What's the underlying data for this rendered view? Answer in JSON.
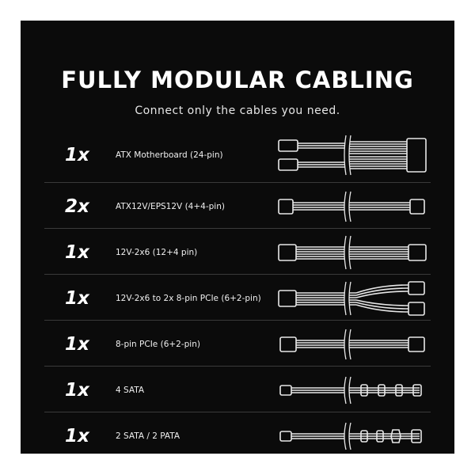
{
  "title": "FULLY MODULAR CABLING",
  "subtitle": "Connect only the cables you need.",
  "cables": [
    {
      "qty": "1x",
      "label": "ATX Motherboard (24-pin)",
      "icon": "atx-24pin-cable-icon"
    },
    {
      "qty": "2x",
      "label": "ATX12V/EPS12V (4+4-pin)",
      "icon": "eps-cable-icon"
    },
    {
      "qty": "1x",
      "label": "12V-2x6 (12+4 pin)",
      "icon": "12v-2x6-cable-icon"
    },
    {
      "qty": "1x",
      "label": "12V-2x6 to 2x 8-pin PCIe (6+2-pin)",
      "icon": "12v-2x6-splitter-cable-icon"
    },
    {
      "qty": "1x",
      "label": "8-pin PCIe (6+2-pin)",
      "icon": "pcie-8pin-cable-icon"
    },
    {
      "qty": "1x",
      "label": "4 SATA",
      "icon": "sata-cable-icon"
    },
    {
      "qty": "1x",
      "label": "2 SATA / 2 PATA",
      "icon": "sata-pata-cable-icon"
    }
  ],
  "colors": {
    "background": "#0b0b0b",
    "text": "#ffffff",
    "divider": "#3a3a3a"
  }
}
